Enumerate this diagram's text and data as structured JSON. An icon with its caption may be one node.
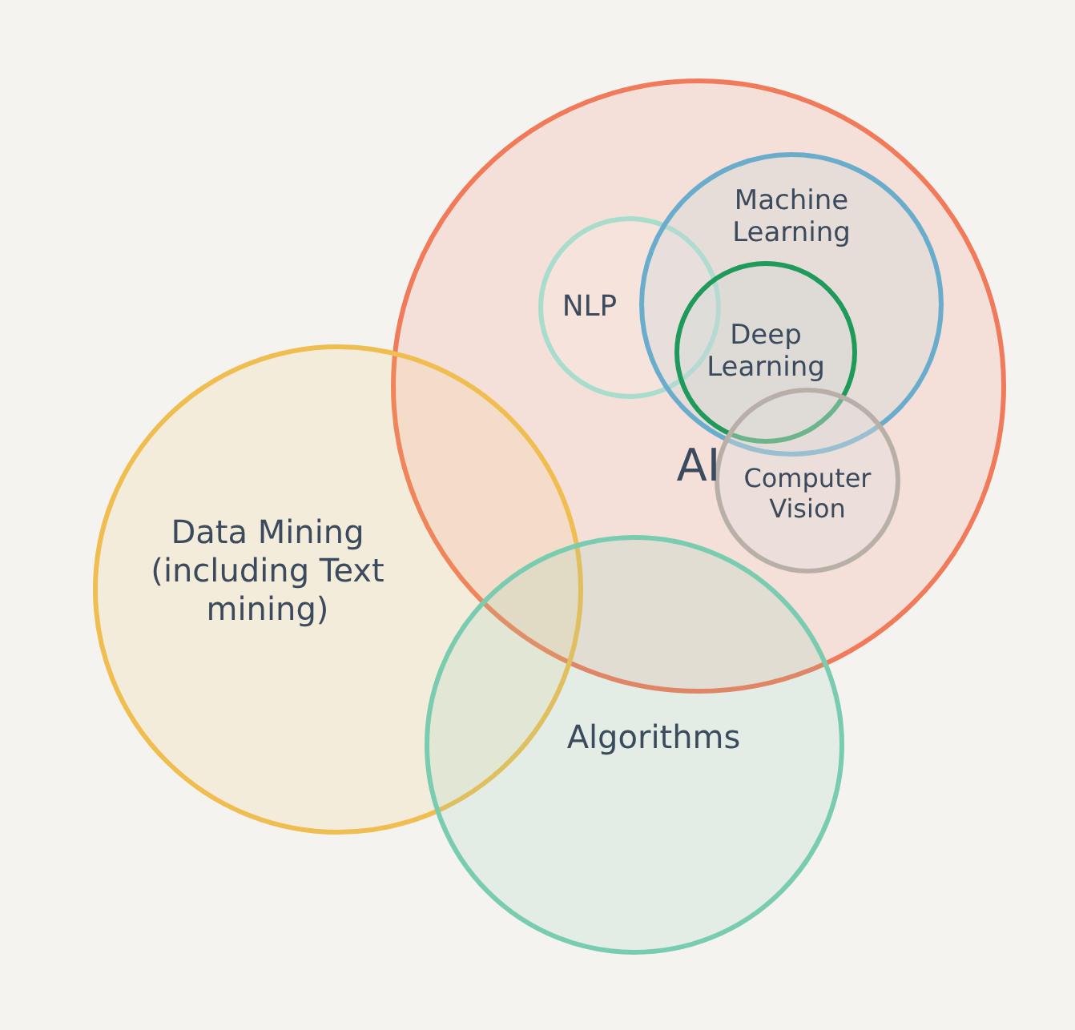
{
  "diagram": {
    "nodes": [
      {
        "text": [
          "AI"
        ]
      },
      {
        "text": [
          "NLP"
        ],
        "in": 0
      },
      {
        "text": [
          "Machine Learning"
        ],
        "in": 0
      },
      {
        "text": [
          "Deep Learning"
        ],
        "in": 2
      },
      {
        "text": [
          "Computer Vision"
        ],
        "in": 0
      },
      {
        "text": [
          "Data Mining (including Text mining)"
        ]
      },
      {
        "text": [
          "Algorithms"
        ]
      }
    ]
  }
}
